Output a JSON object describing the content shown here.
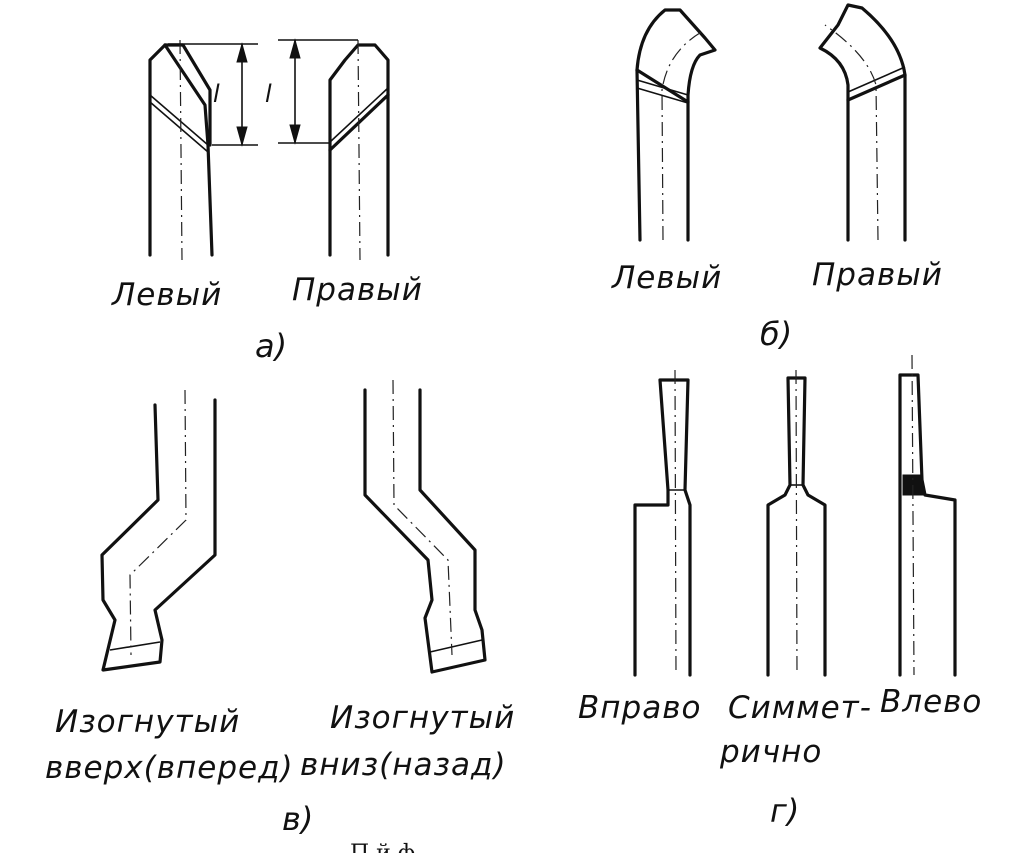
{
  "panel_a": {
    "label_left": "Левый",
    "label_right": "Правый",
    "sublabel": "а)",
    "dim_left": "l",
    "dim_right": "l"
  },
  "panel_b": {
    "label_left": "Левый",
    "label_right": "Правый",
    "sublabel": "б)"
  },
  "panel_v": {
    "label_left_line1": "Изогнутый",
    "label_left_line2": "вверх(вперед)",
    "label_right_line1": "Изогнутый",
    "label_right_line2": "вниз(назад)",
    "sublabel": "в)"
  },
  "panel_g": {
    "label_right_dir": "Вправо",
    "label_sym_line1": "Симмет-",
    "label_sym_line2": "рично",
    "label_left_dir": "Влево",
    "sublabel": "г)"
  },
  "caption": "П                    й    ф"
}
